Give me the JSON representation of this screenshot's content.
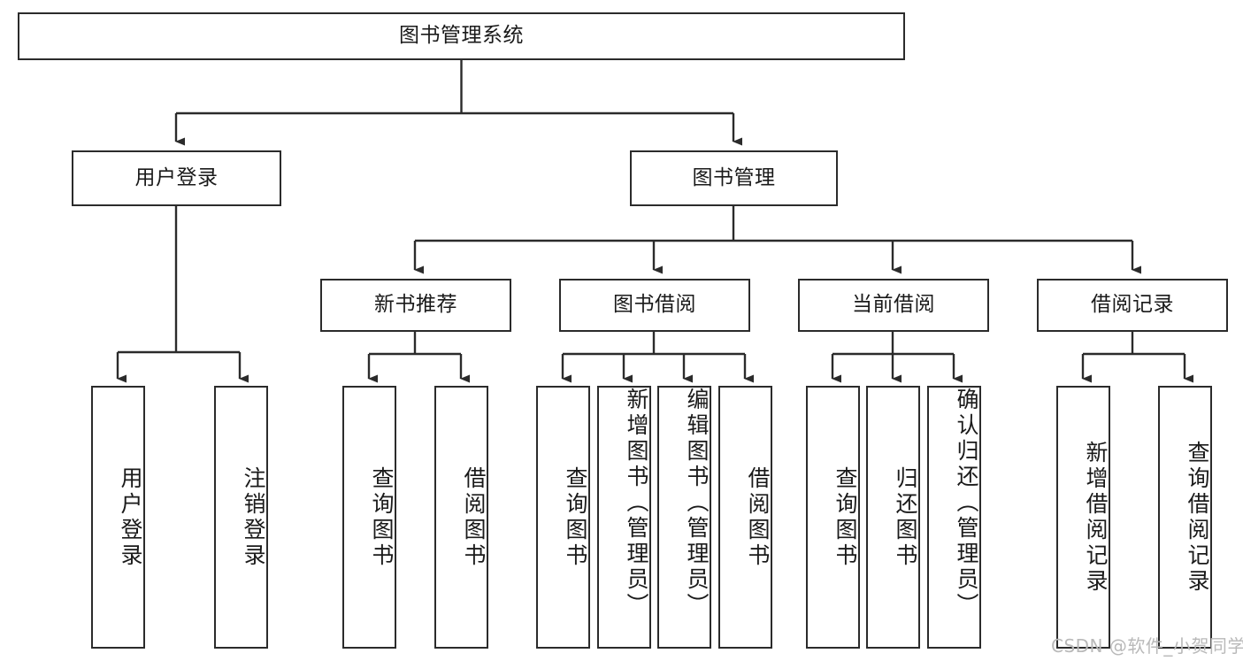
{
  "diagram": {
    "title": "图书管理系统",
    "watermark": "CSDN @软件_小贺同学",
    "colors": {
      "stroke": "#2b2b2b",
      "fill": "#ffffff",
      "text": "#1a1a1a",
      "watermark": "#b9b9b9"
    },
    "levels": {
      "root": {
        "label": "图书管理系统"
      },
      "level2": [
        {
          "id": "user-login",
          "label": "用户登录"
        },
        {
          "id": "book-management",
          "label": "图书管理"
        }
      ],
      "level3": [
        {
          "id": "new-book-recommend",
          "label": "新书推荐"
        },
        {
          "id": "book-borrow",
          "label": "图书借阅"
        },
        {
          "id": "current-borrow",
          "label": "当前借阅"
        },
        {
          "id": "borrow-record",
          "label": "借阅记录"
        }
      ],
      "leaves": [
        {
          "id": "leaf-user-login",
          "label": "用户登录",
          "parent": "user-login"
        },
        {
          "id": "leaf-logout-login",
          "label": "注销登录",
          "parent": "user-login"
        },
        {
          "id": "leaf-query-book-1",
          "label": "查询图书",
          "parent": "new-book-recommend"
        },
        {
          "id": "leaf-borrow-book-1",
          "label": "借阅图书",
          "parent": "new-book-recommend"
        },
        {
          "id": "leaf-query-book-2",
          "label": "查询图书",
          "parent": "book-borrow"
        },
        {
          "id": "leaf-add-book",
          "label": "新增图书（管理员）",
          "parent": "book-borrow"
        },
        {
          "id": "leaf-edit-book",
          "label": "编辑图书（管理员）",
          "parent": "book-borrow"
        },
        {
          "id": "leaf-borrow-book-2",
          "label": "借阅图书",
          "parent": "book-borrow"
        },
        {
          "id": "leaf-query-book-3",
          "label": "查询图书",
          "parent": "current-borrow"
        },
        {
          "id": "leaf-return-book",
          "label": "归还图书",
          "parent": "current-borrow"
        },
        {
          "id": "leaf-confirm-return",
          "label": "确认归还（管理员）",
          "parent": "current-borrow"
        },
        {
          "id": "leaf-add-record",
          "label": "新增借阅记录",
          "parent": "borrow-record"
        },
        {
          "id": "leaf-query-record",
          "label": "查询借阅记录",
          "parent": "borrow-record"
        }
      ]
    }
  }
}
